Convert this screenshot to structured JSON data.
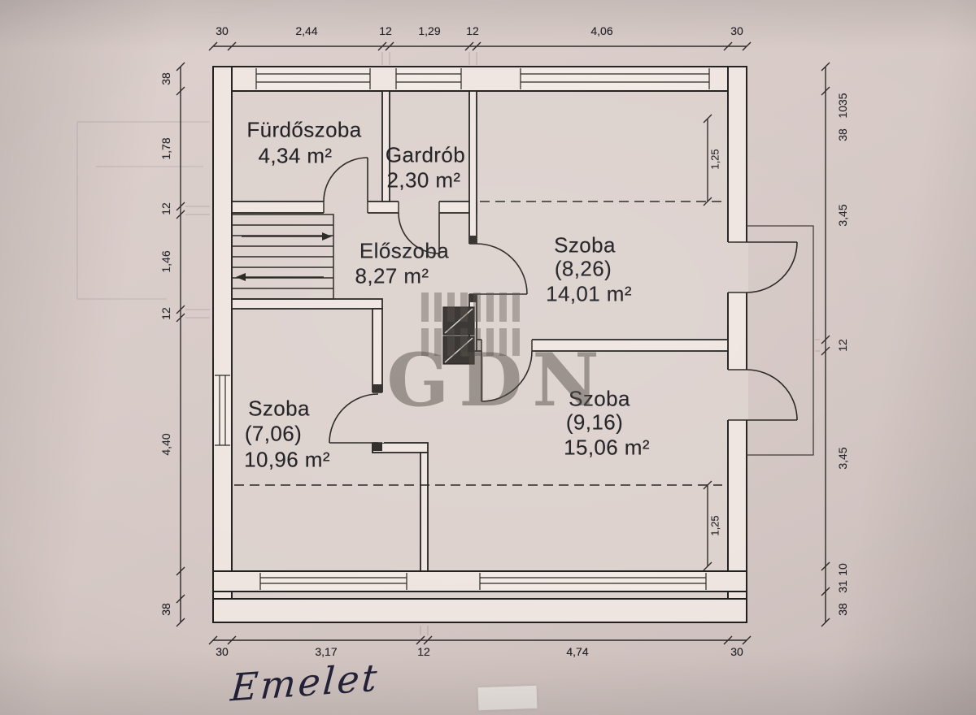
{
  "floor_label": "Emelet",
  "watermark": {
    "text": "GDN"
  },
  "rooms": [
    {
      "name": "Fürdőszoba",
      "area": "4,34 m²"
    },
    {
      "name": "Gardrób",
      "area": "2,30 m²"
    },
    {
      "name": "Előszoba",
      "area": "8,27 m²"
    },
    {
      "name": "Szoba",
      "code": "(8,26)",
      "area": "14,01 m²"
    },
    {
      "name": "Szoba",
      "code": "(7,06)",
      "area": "10,96 m²"
    },
    {
      "name": "Szoba",
      "code": "(9,16)",
      "area": "15,06 m²"
    }
  ],
  "dimensions": {
    "top": [
      "30",
      "2,44",
      "12",
      "1,29",
      "12",
      "4,06",
      "30"
    ],
    "bottom": [
      "30",
      "3,17",
      "12",
      "4,74",
      "30"
    ],
    "left": [
      "38",
      "1,78",
      "12",
      "1,46",
      "12",
      "4,40",
      "38"
    ],
    "right": [
      "1035",
      "38",
      "3,45",
      "12",
      "3,45",
      "10",
      "31",
      "38"
    ],
    "interior": [
      "1,25",
      "1,25"
    ]
  }
}
